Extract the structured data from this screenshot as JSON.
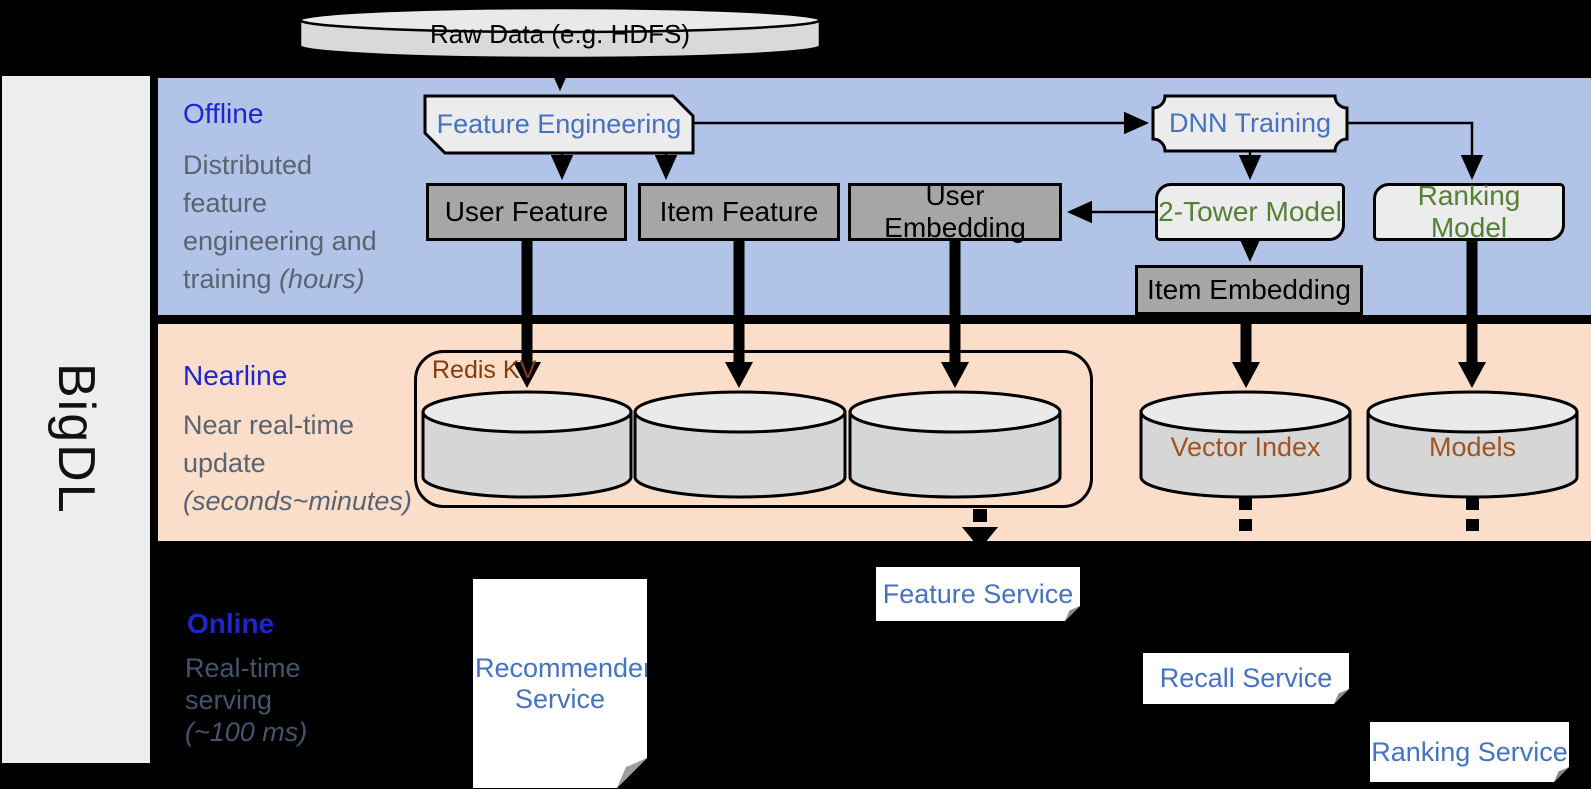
{
  "brand": "BigDL",
  "raw_data_label": "Raw Data (e.g. HDFS)",
  "offline": {
    "title": "Offline",
    "desc_line1": "Distributed",
    "desc_line2": "feature",
    "desc_line3": "engineering and",
    "desc_line4_normal": "training ",
    "desc_line4_italic": "(hours)",
    "feature_engineering": "Feature Engineering",
    "dnn_training": "DNN Training",
    "user_feature": "User Feature",
    "item_feature": "Item Feature",
    "user_embedding": "User Embedding",
    "two_tower_model": "2-Tower Model",
    "ranking_model": "Ranking Model",
    "item_embedding": "Item Embedding"
  },
  "nearline": {
    "title": "Nearline",
    "desc_line1": "Near real-time",
    "desc_line2": "update",
    "desc_line3_italic": "(seconds~minutes)",
    "redis_kv": "Redis KV",
    "vector_index": "Vector Index",
    "models": "Models"
  },
  "online": {
    "title": "Online",
    "desc_line1": "Real-time",
    "desc_line2": "serving",
    "desc_line3_italic": "(~100 ms)",
    "recommender_service": "Recommender Service",
    "feature_service": "Feature Service",
    "recall_service": "Recall Service",
    "ranking_service": "Ranking Service"
  },
  "colors": {
    "band_offline": "#b2c3e8",
    "band_nearline": "#fadec9",
    "section_title_blue": "#1c26cf",
    "shape_text_blue": "#4472c4",
    "model_text_green": "#538135",
    "redis_label_brown": "#843c0c",
    "cylinder_label_brown": "#a0521f",
    "gray_box_fill": "#a6a6a6",
    "light_box_fill": "#ececec"
  }
}
